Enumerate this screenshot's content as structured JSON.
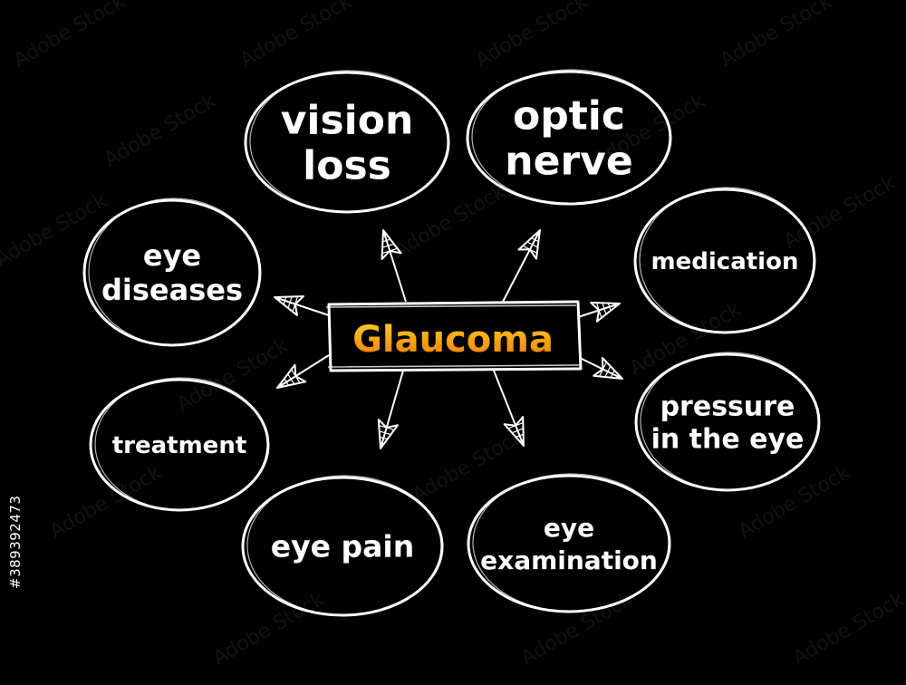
{
  "diagram": {
    "title": "Glaucoma",
    "colors": {
      "background": "#000000",
      "stroke": "#ffffff",
      "title_gradient_top": "#ffd21a",
      "title_gradient_bottom": "#f07a00"
    },
    "nodes": [
      {
        "id": "vision-loss",
        "lines": [
          "vision",
          "loss"
        ]
      },
      {
        "id": "optic-nerve",
        "lines": [
          "optic",
          "nerve"
        ]
      },
      {
        "id": "eye-diseases",
        "lines": [
          "eye",
          "diseases"
        ]
      },
      {
        "id": "medication",
        "lines": [
          "medication"
        ]
      },
      {
        "id": "treatment",
        "lines": [
          "treatment"
        ]
      },
      {
        "id": "pressure-in-the-eye",
        "lines": [
          "pressure",
          "in the eye"
        ]
      },
      {
        "id": "eye-pain",
        "lines": [
          "eye pain"
        ]
      },
      {
        "id": "eye-examination",
        "lines": [
          "eye",
          "examination"
        ]
      }
    ]
  },
  "stock_id": "#389392473",
  "watermark": "Adobe Stock"
}
